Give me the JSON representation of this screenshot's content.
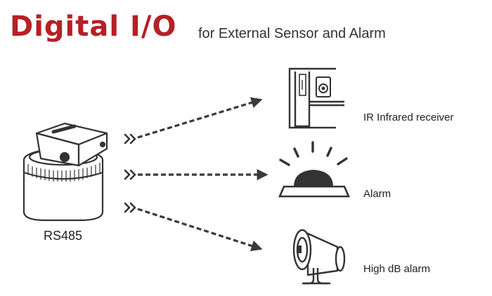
{
  "title": {
    "main": "Digital I/O",
    "sub": "for External Sensor and Alarm"
  },
  "source": {
    "label": "RS485"
  },
  "devices": [
    {
      "label": "IR Infrared receiver"
    },
    {
      "label": "Alarm"
    },
    {
      "label": "High dB alarm"
    }
  ],
  "colors": {
    "title": "#b62025",
    "line": "#3a3a3a"
  }
}
